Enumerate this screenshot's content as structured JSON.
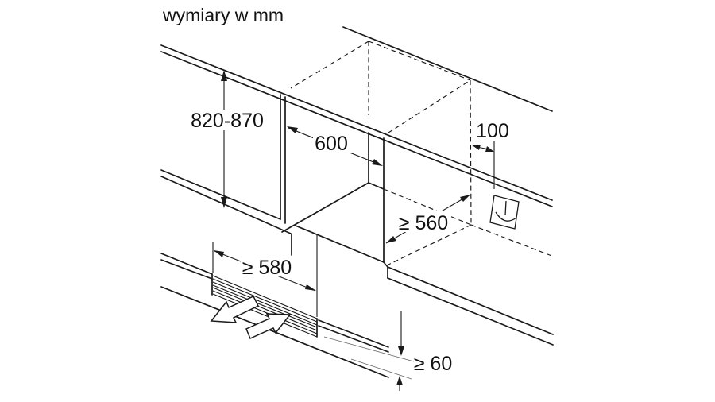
{
  "title": "wymiary w mm",
  "diagram": {
    "type": "appliance-installation-drawing",
    "dimensions": {
      "niche_height": "820-870",
      "niche_width": "600",
      "socket_offset": "100",
      "niche_depth": "≥ 560",
      "plinth_cutout_width": "≥ 580",
      "plinth_height": "≥ 60"
    },
    "icons": {
      "power_socket": "power-socket-icon",
      "airflow_out": "airflow-out-arrow",
      "airflow_in": "airflow-in-arrow"
    },
    "colors": {
      "line": "#1a1a1a",
      "background": "#ffffff",
      "text": "#111111"
    }
  }
}
